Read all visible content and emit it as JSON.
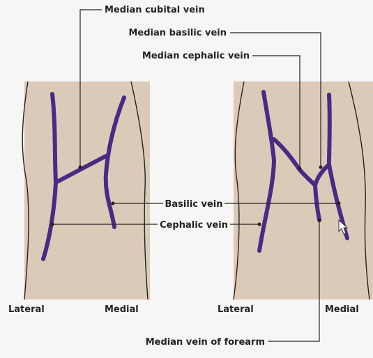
{
  "labels": {
    "median_cubital": "Median cubital vein",
    "median_basilic": "Median basilic vein",
    "median_cephalic": "Median cephalic vein",
    "basilic": "Basilic vein",
    "cephalic": "Cephalic vein",
    "median_forearm": "Median vein of forearm",
    "left_lateral": "Lateral",
    "left_medial": "Medial",
    "right_lateral": "Lateral",
    "right_medial": "Medial"
  },
  "colors": {
    "vein": "#4b2a86",
    "skin": "#dccab8",
    "background": "#f6f6f4",
    "line": "#222222"
  },
  "cursor_icon": "mouse-pointer-icon"
}
